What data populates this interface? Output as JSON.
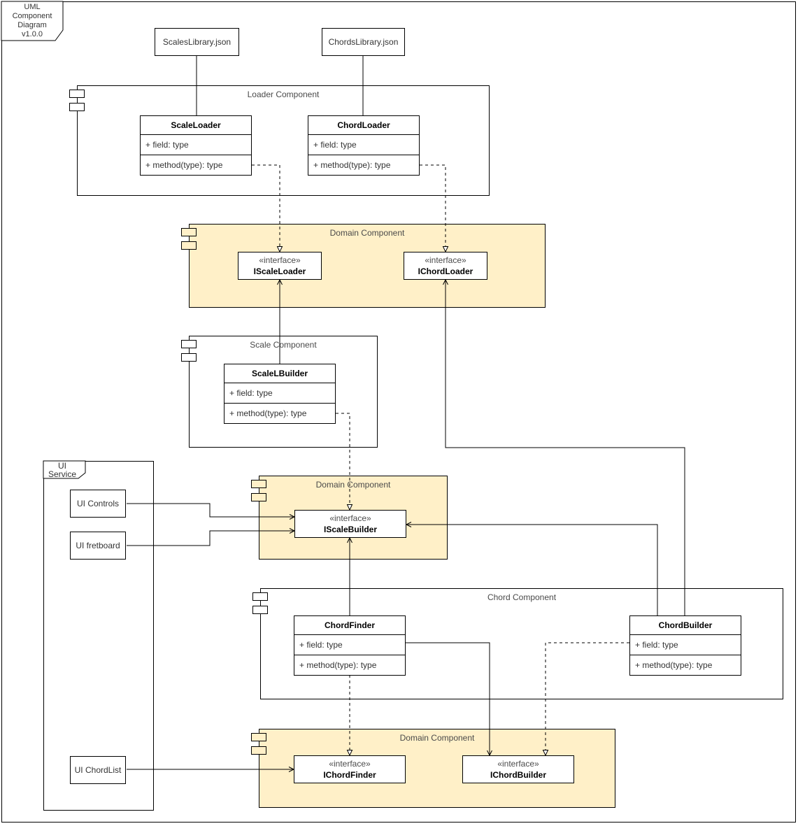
{
  "frame": {
    "version_label": "UML\nComponent\nDiagram\nv1.0.0"
  },
  "artifacts": {
    "scales_library": "ScalesLibrary.json",
    "chords_library": "ChordsLibrary.json"
  },
  "containers": {
    "loader": {
      "title": "Loader Component"
    },
    "domain_top": {
      "title": "Domain Component"
    },
    "scale": {
      "title": "Scale Component"
    },
    "domain_mid": {
      "title": "Domain Component"
    },
    "chord": {
      "title": "Chord Component"
    },
    "domain_bottom": {
      "title": "Domain Component"
    },
    "ui_service": {
      "title": "UI\nService"
    }
  },
  "classes": {
    "scale_loader": {
      "name": "ScaleLoader",
      "field": "+ field: type",
      "method": "+ method(type): type"
    },
    "chord_loader": {
      "name": "ChordLoader",
      "field": "+ field: type",
      "method": "+ method(type): type"
    },
    "scale_builder": {
      "name": "ScaleLBuilder",
      "field": "+ field: type",
      "method": "+ method(type): type"
    },
    "chord_finder": {
      "name": "ChordFinder",
      "field": "+ field: type",
      "method": "+ method(type): type"
    },
    "chord_builder": {
      "name": "ChordBuilder",
      "field": "+ field: type",
      "method": "+ method(type): type"
    }
  },
  "interfaces": {
    "stereotype": "«interface»",
    "scale_loader": {
      "name": "IScaleLoader"
    },
    "chord_loader": {
      "name": "IChordLoader"
    },
    "scale_builder": {
      "name": "IScaleBuilder"
    },
    "chord_finder": {
      "name": "IChordFinder"
    },
    "chord_builder": {
      "name": "IChordBuilder"
    }
  },
  "ui_service": {
    "controls": "UI Controls",
    "fretboard": "UI fretboard",
    "chordlist": "UI ChordList"
  },
  "colors": {
    "domain_fill": "#FFF0C8",
    "shape_fill": "#FFFFFF",
    "stroke": "#000000"
  }
}
